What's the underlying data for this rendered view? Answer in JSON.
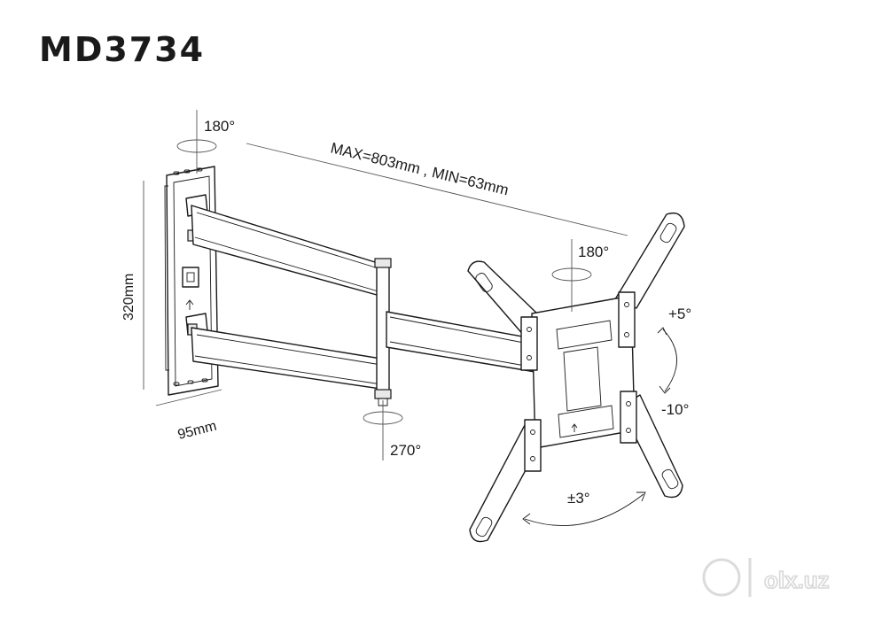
{
  "model": "MD3734",
  "labels": {
    "swivel_top_wall": "180°",
    "arm_length": "MAX=803mm , MIN=63mm",
    "plate_height": "320mm",
    "plate_depth": "95mm",
    "swivel_elbow": "270°",
    "swivel_head": "180°",
    "tilt_up": "+5°",
    "tilt_down": "-10°",
    "level_adjust": "±3°"
  },
  "watermark": "olx.uz",
  "colors": {
    "line": "#1a1a1a",
    "background": "#ffffff"
  }
}
